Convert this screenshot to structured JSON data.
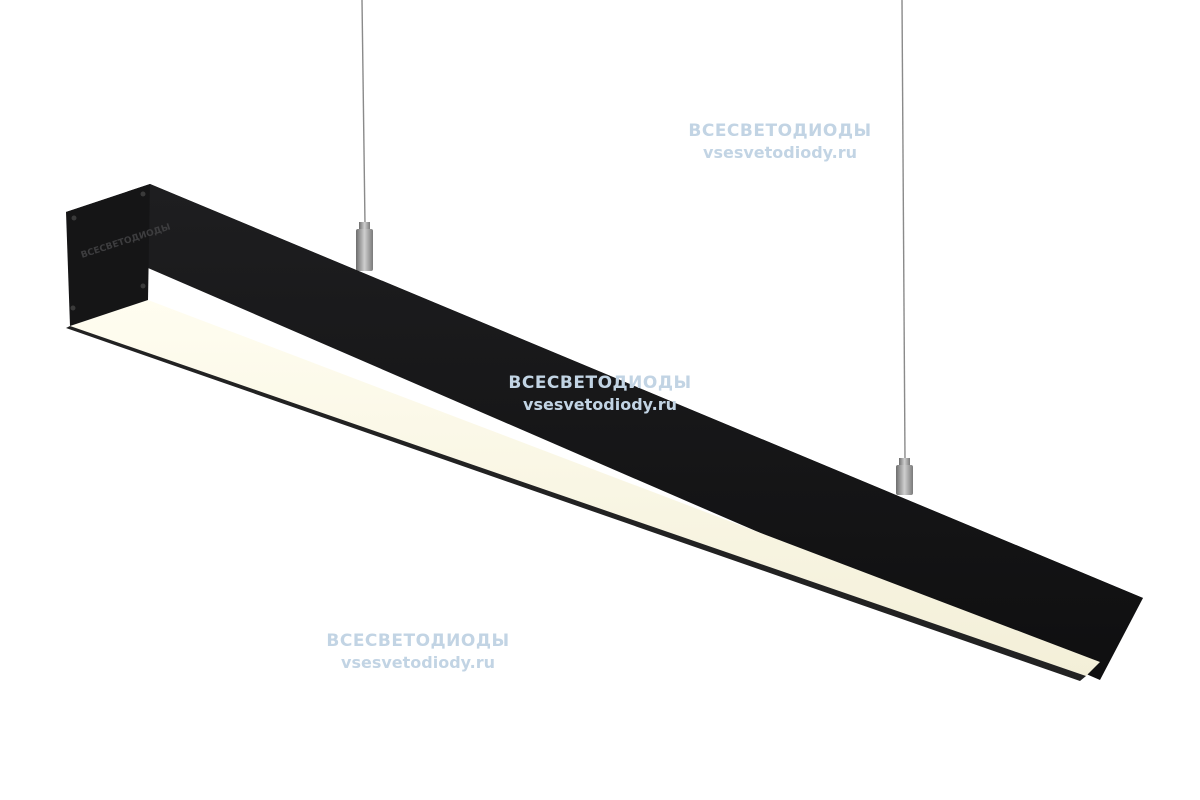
{
  "image": {
    "subject": "black-linear-led-pendant-luminaire",
    "background_color": "#ffffff",
    "body_color": "#1c1c1e",
    "diffuser_color": "#fbf8e8",
    "cable_color": "#8a8a8a",
    "watermark_color": "#c2d4e4"
  },
  "watermarks": [
    {
      "line1": "ВСЕСВЕТОДИОДЫ",
      "line2": "vsesvetodiody.ru"
    },
    {
      "line1": "ВСЕСВЕТОДИОДЫ",
      "line2": "vsesvetodiody.ru"
    },
    {
      "line1": "ВСЕСВЕТОДИОДЫ",
      "line2": "vsesvetodiody.ru"
    }
  ],
  "end_cap_logo": "ВСЕСВЕТОДИОДЫ"
}
